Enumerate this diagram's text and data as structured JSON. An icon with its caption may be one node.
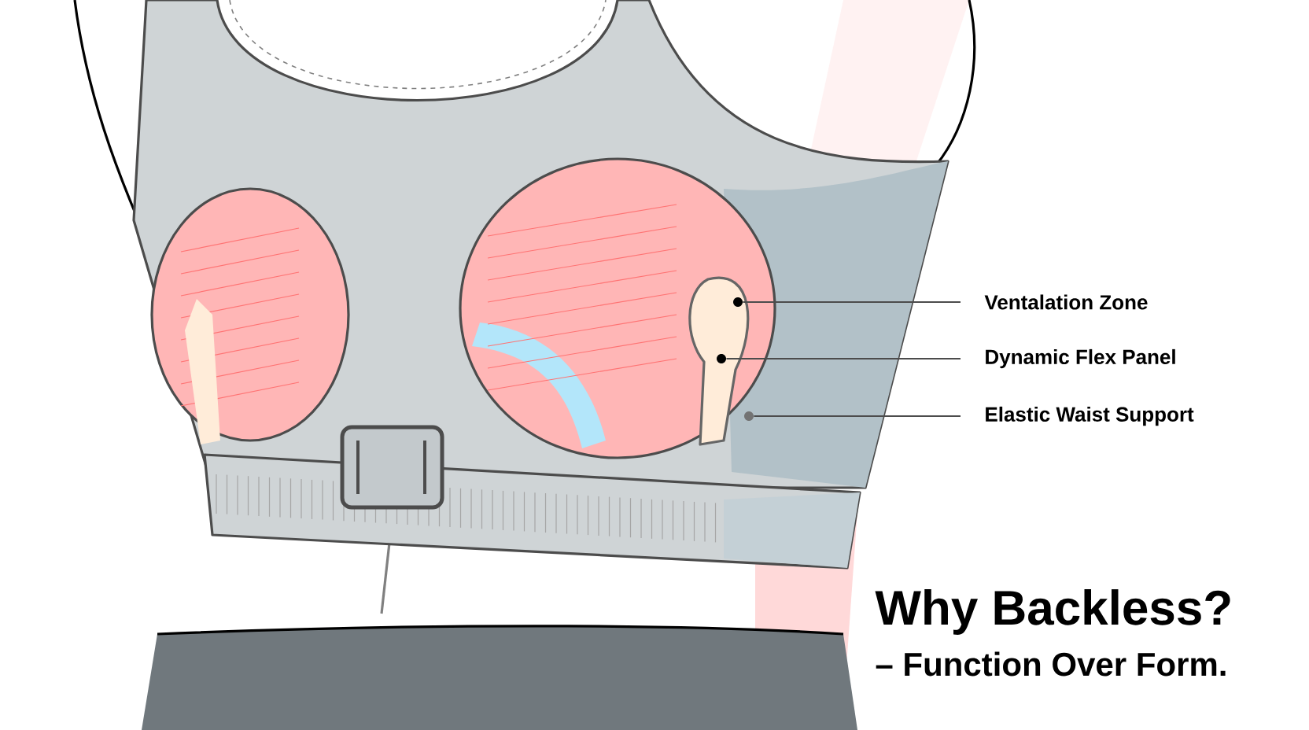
{
  "diagram": {
    "title": "Why Backless?",
    "nodes": [
      {
        "text": [
          "Ventalation Zone"
        ]
      },
      {
        "text": [
          "Dynamic Flex Panel"
        ]
      },
      {
        "text": [
          "Elastic Waist Support"
        ]
      },
      {
        "text": [],
        "shape": "circle"
      },
      {
        "text": [],
        "shape": "circle"
      },
      {
        "text": [],
        "shape": "circle"
      }
    ],
    "edges": [
      {
        "from": 0,
        "to": 3,
        "arrow": "none"
      },
      {
        "from": 1,
        "to": 4,
        "arrow": "none"
      },
      {
        "from": 2,
        "to": 5,
        "arrow": "none"
      }
    ],
    "labels": [
      "– Function Over Form."
    ]
  }
}
